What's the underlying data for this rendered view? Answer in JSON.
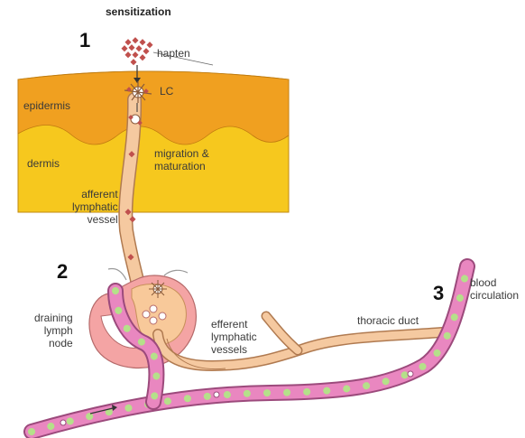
{
  "title": "sensitization",
  "steps": [
    "1",
    "2",
    "3"
  ],
  "labels": {
    "hapten": "hapten",
    "lc": "LC",
    "epidermis": "epidermis",
    "dermis": "dermis",
    "migration": "migration &\nmaturation",
    "afferent": "afferent\nlymphatic\nvessel",
    "draining": "draining\nlymph\nnode",
    "efferent": "efferent\nlymphatic\nvessels",
    "thoracic": "thoracic duct",
    "blood": "blood\ncirculation"
  },
  "colors": {
    "epidermis": "#f0a020",
    "dermis": "#f6c81e",
    "vessel": "#f5c9a0",
    "blood": "#e987c0",
    "node": "#f4a4a4",
    "cell": "#b5e08a",
    "hapten": "#c0504d"
  }
}
